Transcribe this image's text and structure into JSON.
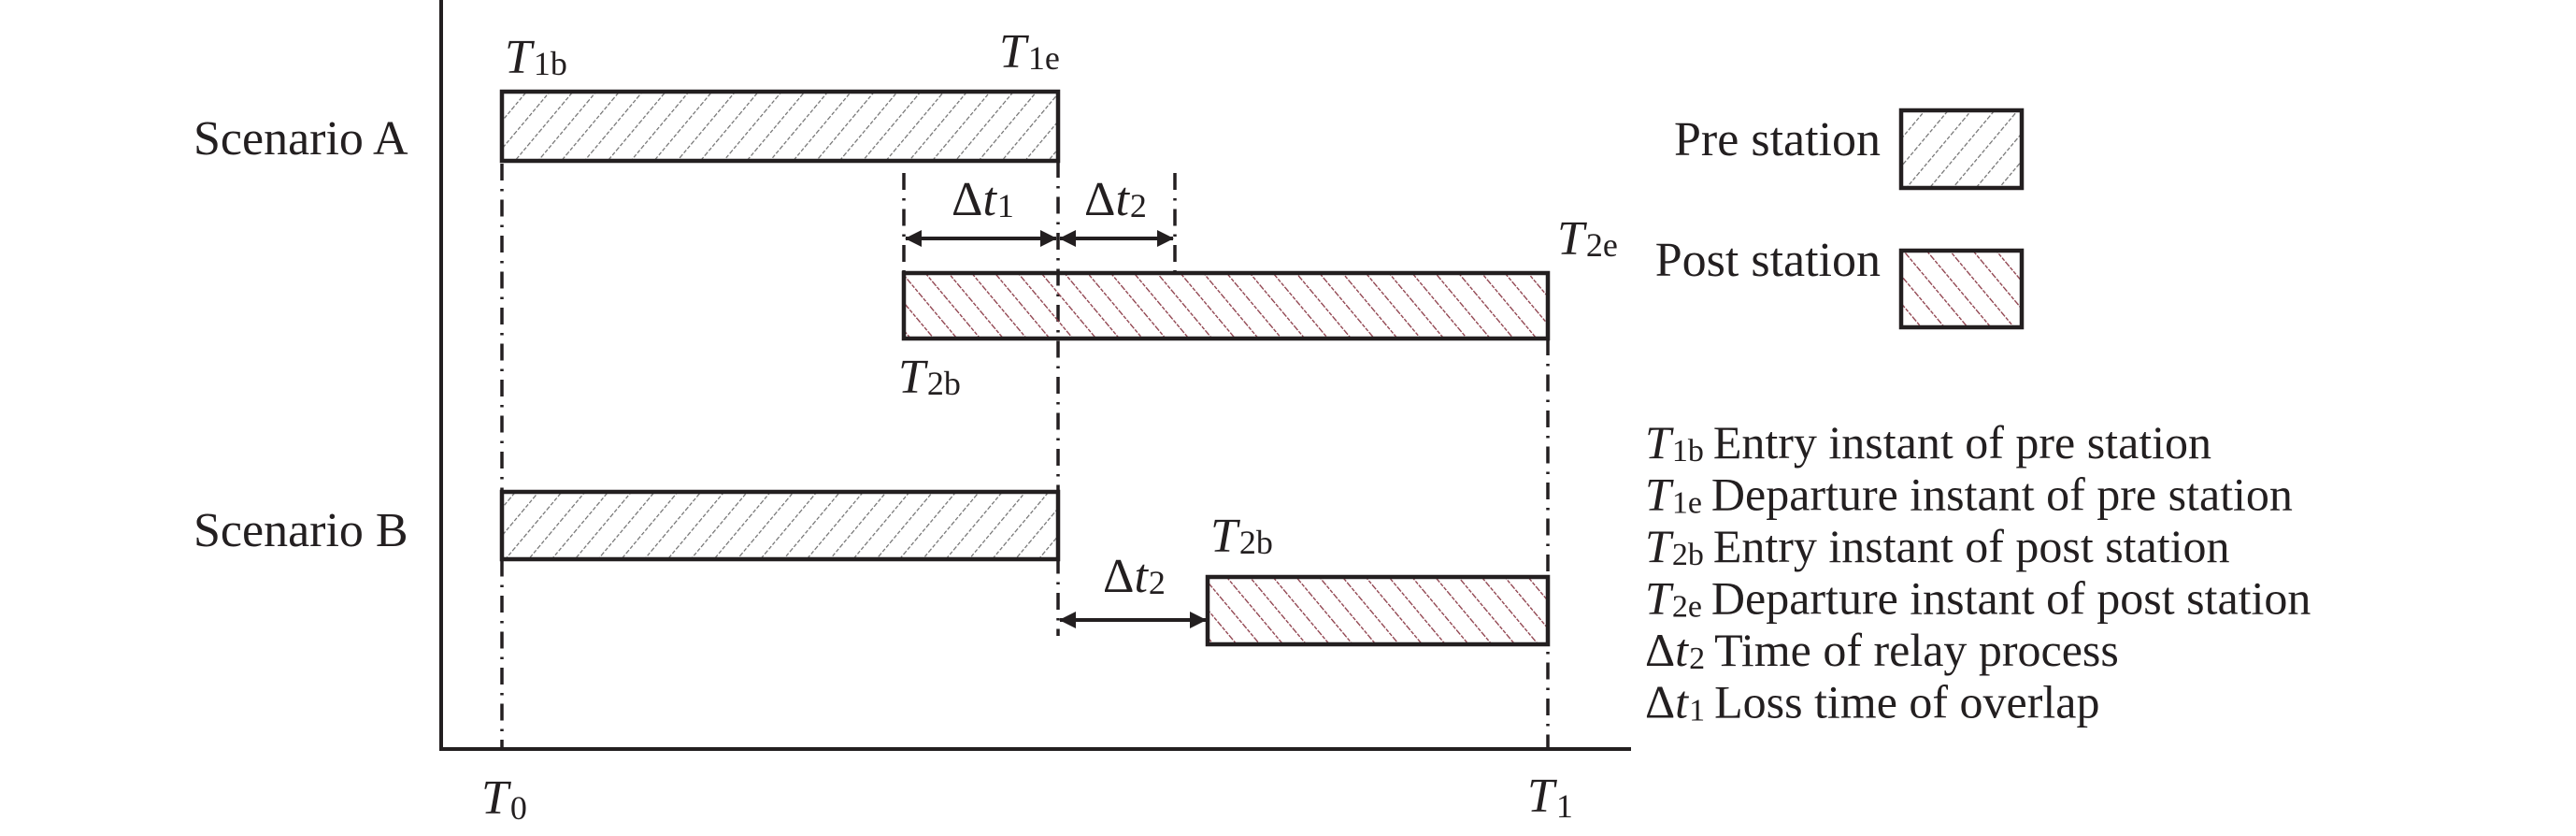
{
  "colors": {
    "pre_station_hatch": "#6e6e6e",
    "post_station_hatch": "#8b3a46",
    "ink": "#231f20"
  },
  "scenarios": {
    "a": {
      "label": "Scenario A"
    },
    "b": {
      "label": "Scenario B"
    }
  },
  "time_labels": {
    "T1b": {
      "main": "T",
      "sub": "1b"
    },
    "T1e": {
      "main": "T",
      "sub": "1e"
    },
    "T2b": {
      "main": "T",
      "sub": "2b"
    },
    "T2e": {
      "main": "T",
      "sub": "2e"
    },
    "T0": {
      "main": "T",
      "sub": "0"
    },
    "T1": {
      "main": "T",
      "sub": "1"
    }
  },
  "intervals": {
    "dt1": {
      "delta": "Δ",
      "main": "t",
      "sub": "1"
    },
    "dt2": {
      "delta": "Δ",
      "main": "t",
      "sub": "2"
    }
  },
  "legend": {
    "pre_station": "Pre station",
    "post_station": "Post station"
  },
  "definitions": [
    {
      "delta": "",
      "symbol": "T",
      "sub": "1b",
      "text": "Entry instant of pre station"
    },
    {
      "delta": "",
      "symbol": "T",
      "sub": "1e",
      "text": "Departure instant of pre station"
    },
    {
      "delta": "",
      "symbol": "T",
      "sub": "2b",
      "text": "Entry instant of post station"
    },
    {
      "delta": "",
      "symbol": "T",
      "sub": "2e",
      "text": "Departure instant of post station"
    },
    {
      "delta": "Δ",
      "symbol": "t",
      "sub": "2",
      "text": "Time of relay process"
    },
    {
      "delta": "Δ",
      "symbol": "t",
      "sub": "1",
      "text": "Loss time of overlap"
    }
  ]
}
